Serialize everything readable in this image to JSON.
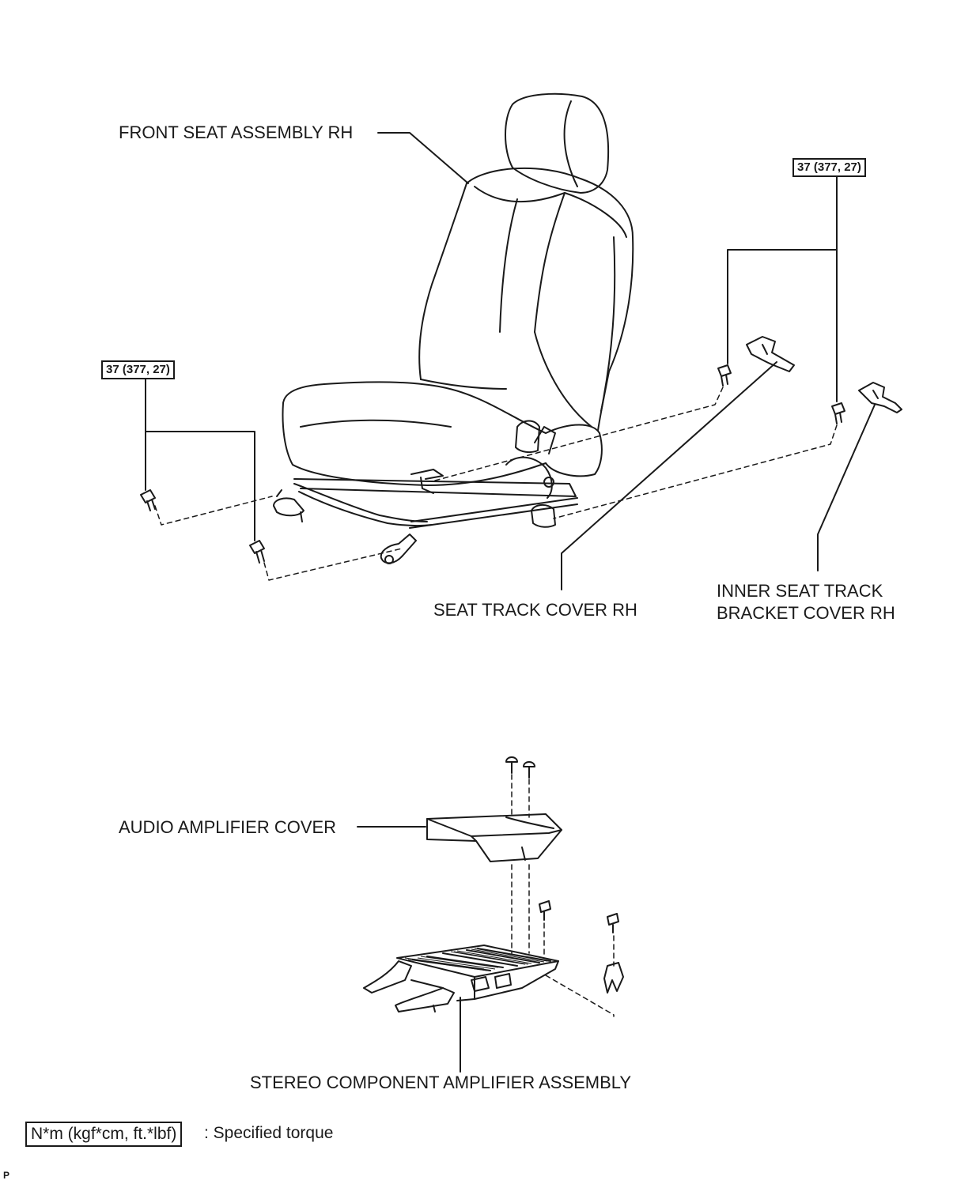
{
  "labels": {
    "front_seat": "FRONT SEAT ASSEMBLY RH",
    "seat_track_cover": "SEAT TRACK COVER RH",
    "inner_cover_line1": "INNER SEAT TRACK",
    "inner_cover_line2": "BRACKET COVER RH",
    "amp_cover": "AUDIO AMPLIFIER COVER",
    "stereo_amp": "STEREO COMPONENT AMPLIFIER ASSEMBLY"
  },
  "torque": {
    "left": "37 (377, 27)",
    "right": "37 (377, 27)"
  },
  "legend": {
    "unit": "N*m (kgf*cm, ft.*lbf)",
    "desc": ": Specified torque"
  },
  "corner_code": "P",
  "colors": {
    "ink": "#1a1a1a",
    "background": "#ffffff"
  }
}
